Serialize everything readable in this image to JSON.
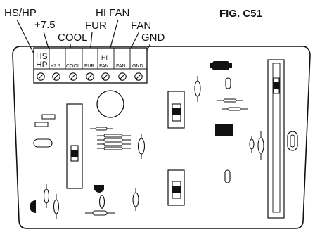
{
  "figure": {
    "caption": "FIG. C51",
    "wire_labels": [
      "HS/HP",
      "+7.5",
      "COOL",
      "FUR",
      "HI FAN",
      "FAN",
      "GND"
    ],
    "terminal_block": {
      "first_label_line1": "HS",
      "first_label_line2": "HP",
      "terminal_labels": [
        "+7.5",
        "COOL",
        "FUR",
        "HI FAN",
        "FAN",
        "GND"
      ]
    }
  },
  "colors": {
    "stroke": "#111111",
    "fill_dark": "#111111",
    "background": "#ffffff"
  }
}
